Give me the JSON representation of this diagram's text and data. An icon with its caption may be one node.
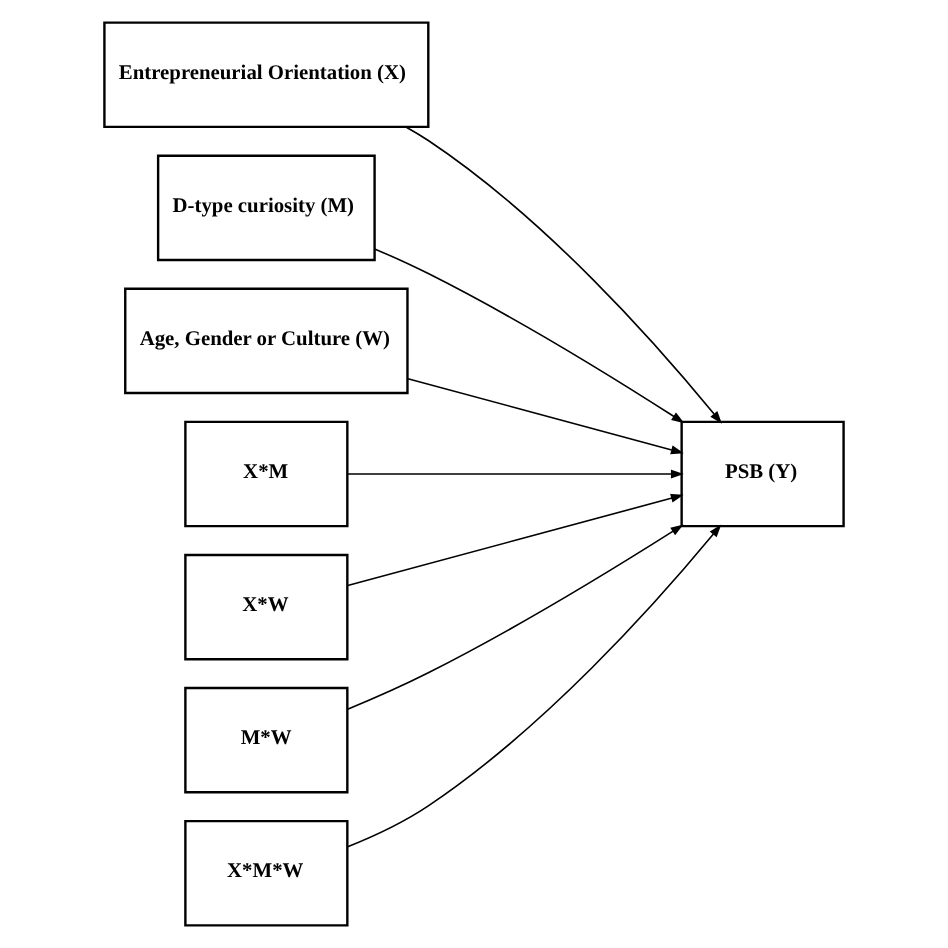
{
  "diagram": {
    "nodes": [
      {
        "text": [
          "Entrepreneurial Orientation (X)"
        ]
      },
      {
        "text": [
          "D-type curiosity (M)"
        ]
      },
      {
        "text": [
          "Age, Gender or Culture (W)"
        ]
      },
      {
        "text": [
          "X*M"
        ]
      },
      {
        "text": [
          "X*W"
        ]
      },
      {
        "text": [
          "M*W"
        ]
      },
      {
        "text": [
          "X*M*W"
        ]
      },
      {
        "text": [
          "PSB (Y)"
        ]
      }
    ],
    "edges": [
      {
        "from": 0,
        "to": 7,
        "arrow": "to"
      },
      {
        "from": 1,
        "to": 7,
        "arrow": "to"
      },
      {
        "from": 2,
        "to": 7,
        "arrow": "to"
      },
      {
        "from": 3,
        "to": 7,
        "arrow": "to"
      },
      {
        "from": 4,
        "to": 7,
        "arrow": "to"
      },
      {
        "from": 5,
        "to": 7,
        "arrow": "to"
      },
      {
        "from": 6,
        "to": 7,
        "arrow": "to"
      }
    ]
  }
}
